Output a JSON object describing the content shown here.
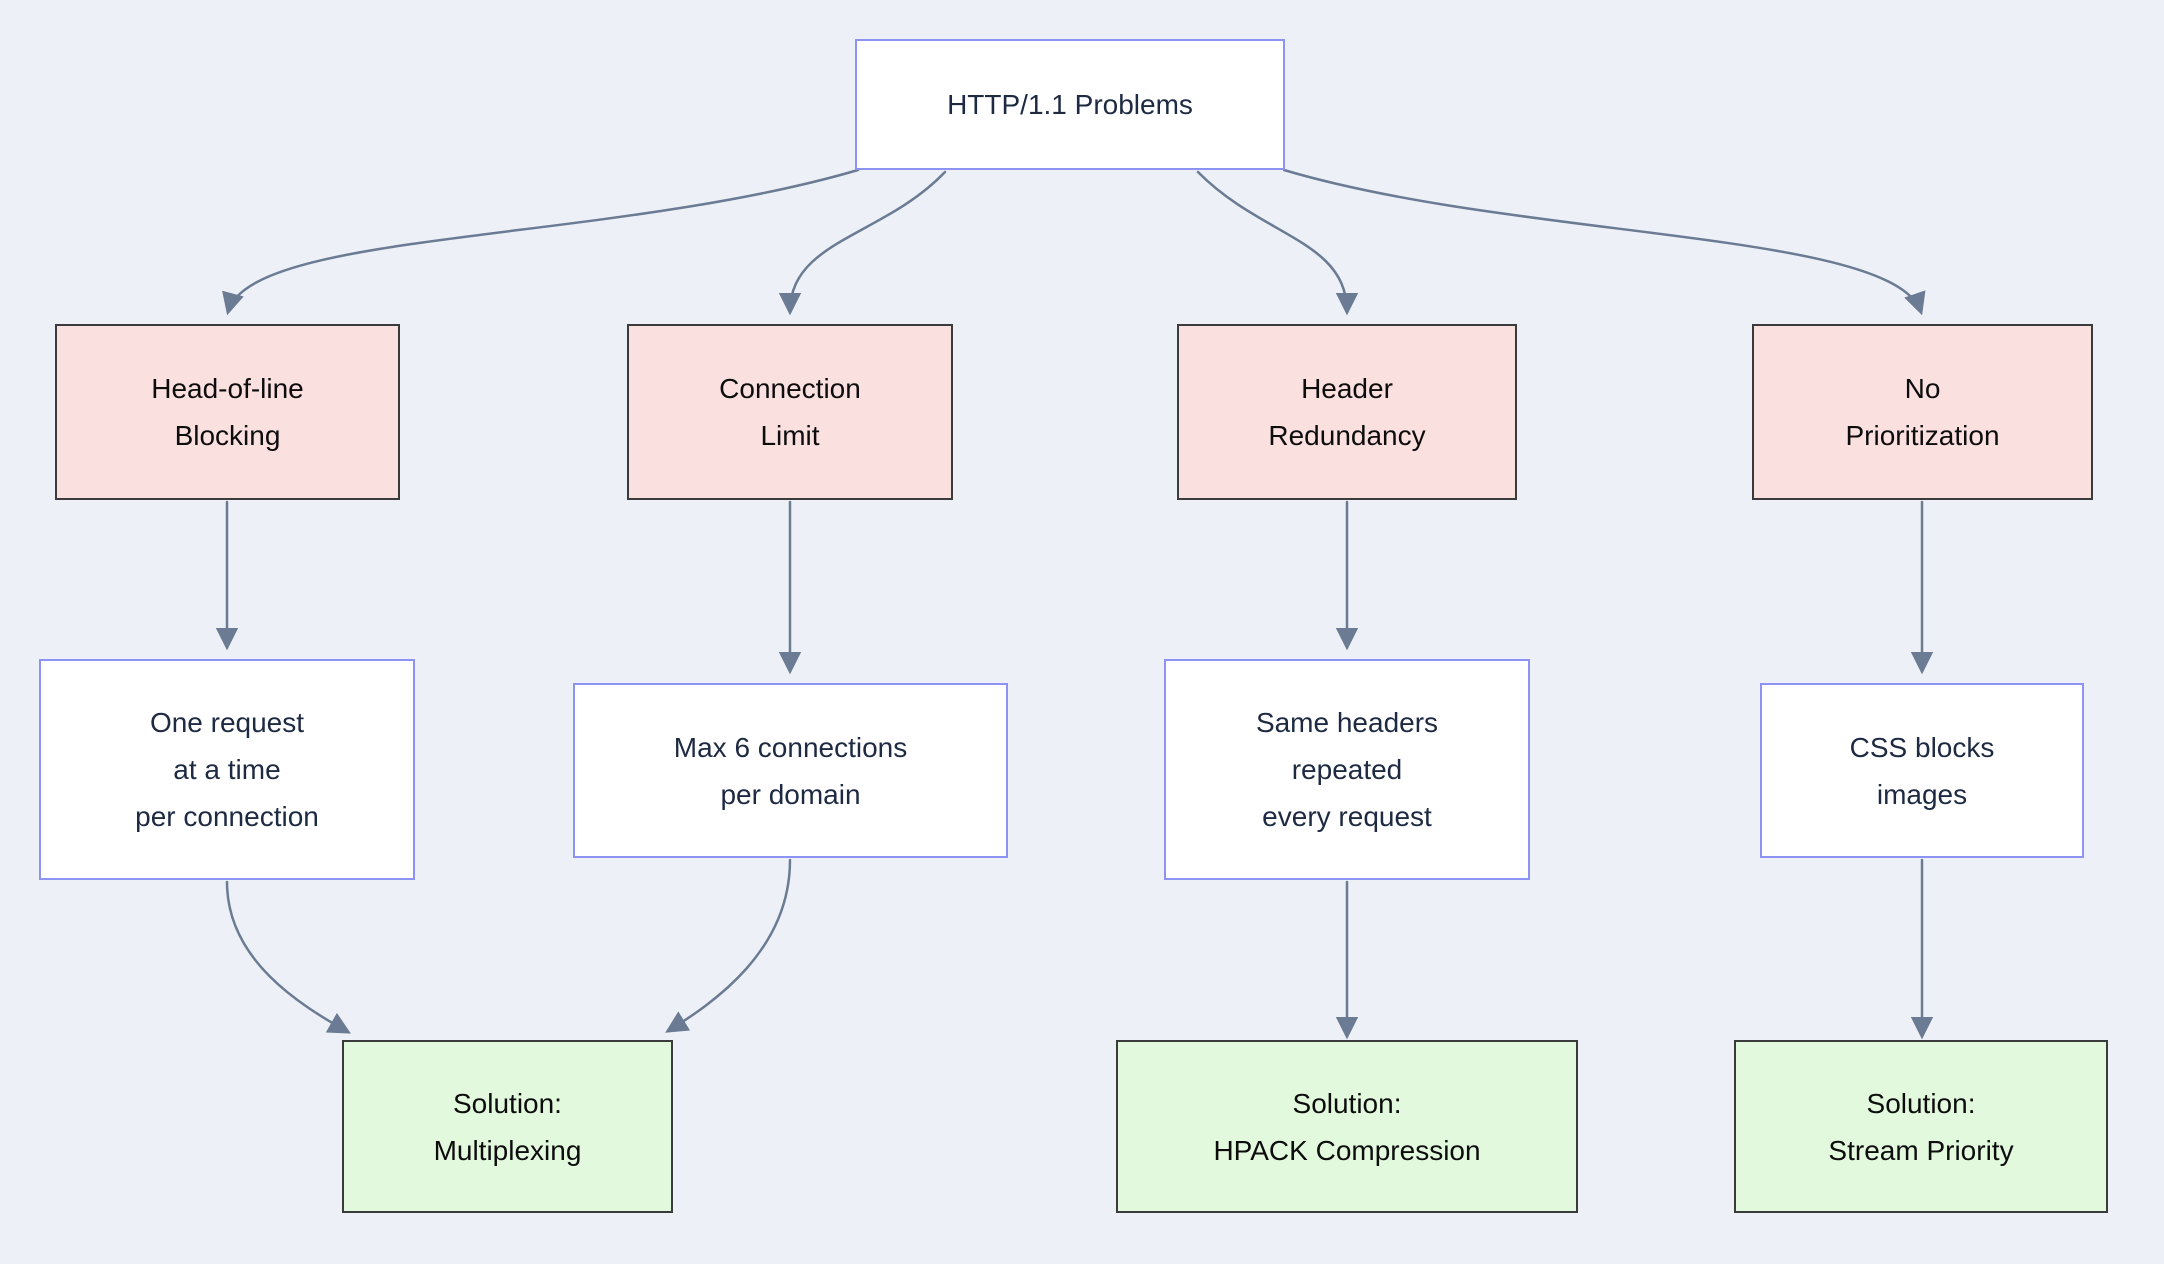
{
  "diagram": {
    "root": {
      "label": "HTTP/1.1 Problems"
    },
    "problems": [
      {
        "label": "Head-of-line\nBlocking"
      },
      {
        "label": "Connection\nLimit"
      },
      {
        "label": "Header\nRedundancy"
      },
      {
        "label": "No\nPrioritization"
      }
    ],
    "details": [
      {
        "label": "One request\nat a time\nper connection"
      },
      {
        "label": "Max 6 connections\nper domain"
      },
      {
        "label": "Same headers\nrepeated\nevery request"
      },
      {
        "label": "CSS blocks\nimages"
      }
    ],
    "solutions": [
      {
        "label": "Solution:\nMultiplexing"
      },
      {
        "label": "Solution:\nHPACK Compression"
      },
      {
        "label": "Solution:\nStream Priority"
      }
    ],
    "colors": {
      "background": "#edf1f7",
      "node_fill": "#ffffff",
      "accent_border": "#8d93f2",
      "problem_fill": "#fbe0e0",
      "solution_fill": "#e2f9de",
      "dark_border": "#3b3b3b",
      "edge": "#6a7b93",
      "text_navy": "#1d2a42",
      "text_black": "#0d0d0d"
    }
  }
}
